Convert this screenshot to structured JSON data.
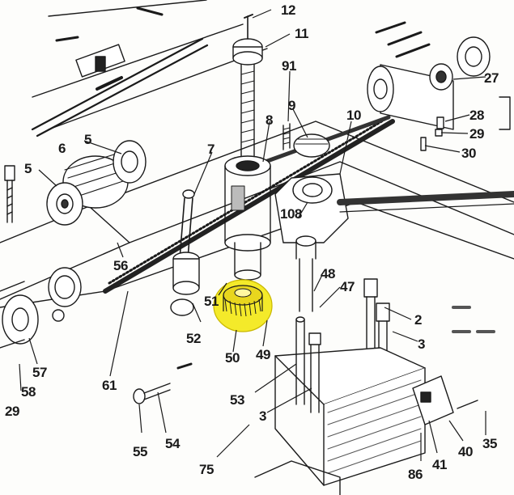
{
  "diagram": {
    "highlight_color": "#f4ea2a",
    "ink_color": "#1a1a1a",
    "callouts": {
      "c12": "12",
      "c11": "11",
      "c91": "91",
      "c8": "8",
      "c9": "9",
      "c10": "10",
      "c27": "27",
      "c28": "28",
      "c29a": "29",
      "c30": "30",
      "c6": "6",
      "c5a": "5",
      "c5b": "5",
      "c7": "7",
      "c108": "108",
      "c56": "56",
      "c51": "51",
      "c52": "52",
      "c48": "48",
      "c47": "47",
      "c2": "2",
      "c3a": "3",
      "c50": "50",
      "c49": "49",
      "c61": "61",
      "c57": "57",
      "c58": "58",
      "c29b": "29",
      "c53": "53",
      "c3b": "3",
      "c55": "55",
      "c54": "54",
      "c75": "75",
      "c86": "86",
      "c41": "41",
      "c40": "40",
      "c35": "35"
    }
  }
}
